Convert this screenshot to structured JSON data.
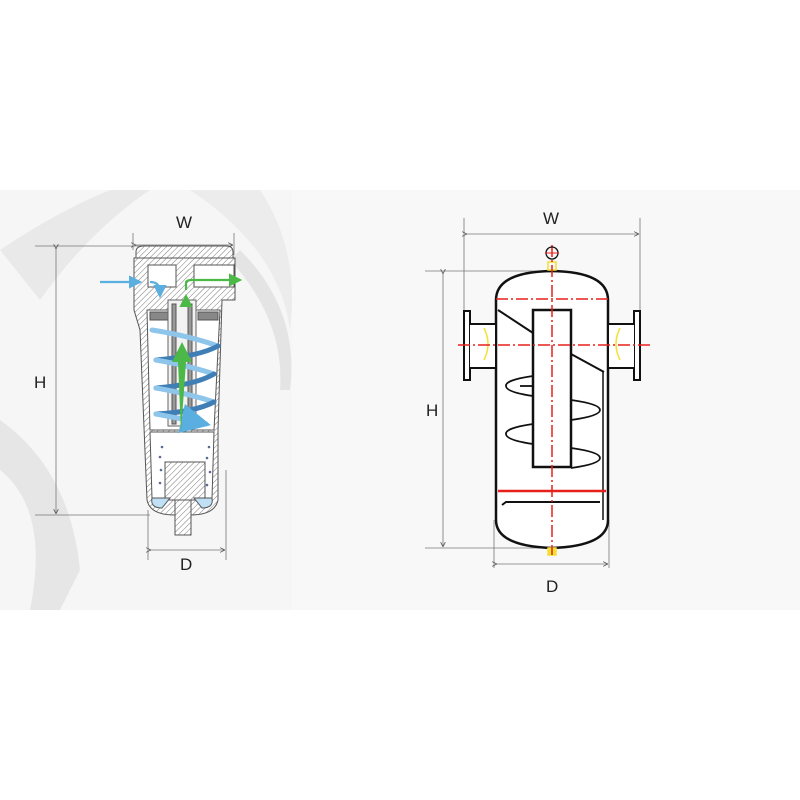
{
  "diagram": {
    "background_color": "#f6f6f6",
    "left_figure": {
      "name": "cyclone-water-separator-cutaway",
      "dimensions": {
        "width_label": "W",
        "height_label": "H",
        "diameter_label": "D"
      },
      "flow": {
        "inlet_color": "#5aaee0",
        "outlet_color": "#4cb848",
        "vortex_color": "#4a8fc9"
      }
    },
    "right_figure": {
      "name": "cyclone-separator-vessel-drawing",
      "dimensions": {
        "width_label": "W",
        "height_label": "H",
        "diameter_label": "D"
      },
      "centerline_color": "#e8201c",
      "weld_color": "#f3e030"
    }
  }
}
